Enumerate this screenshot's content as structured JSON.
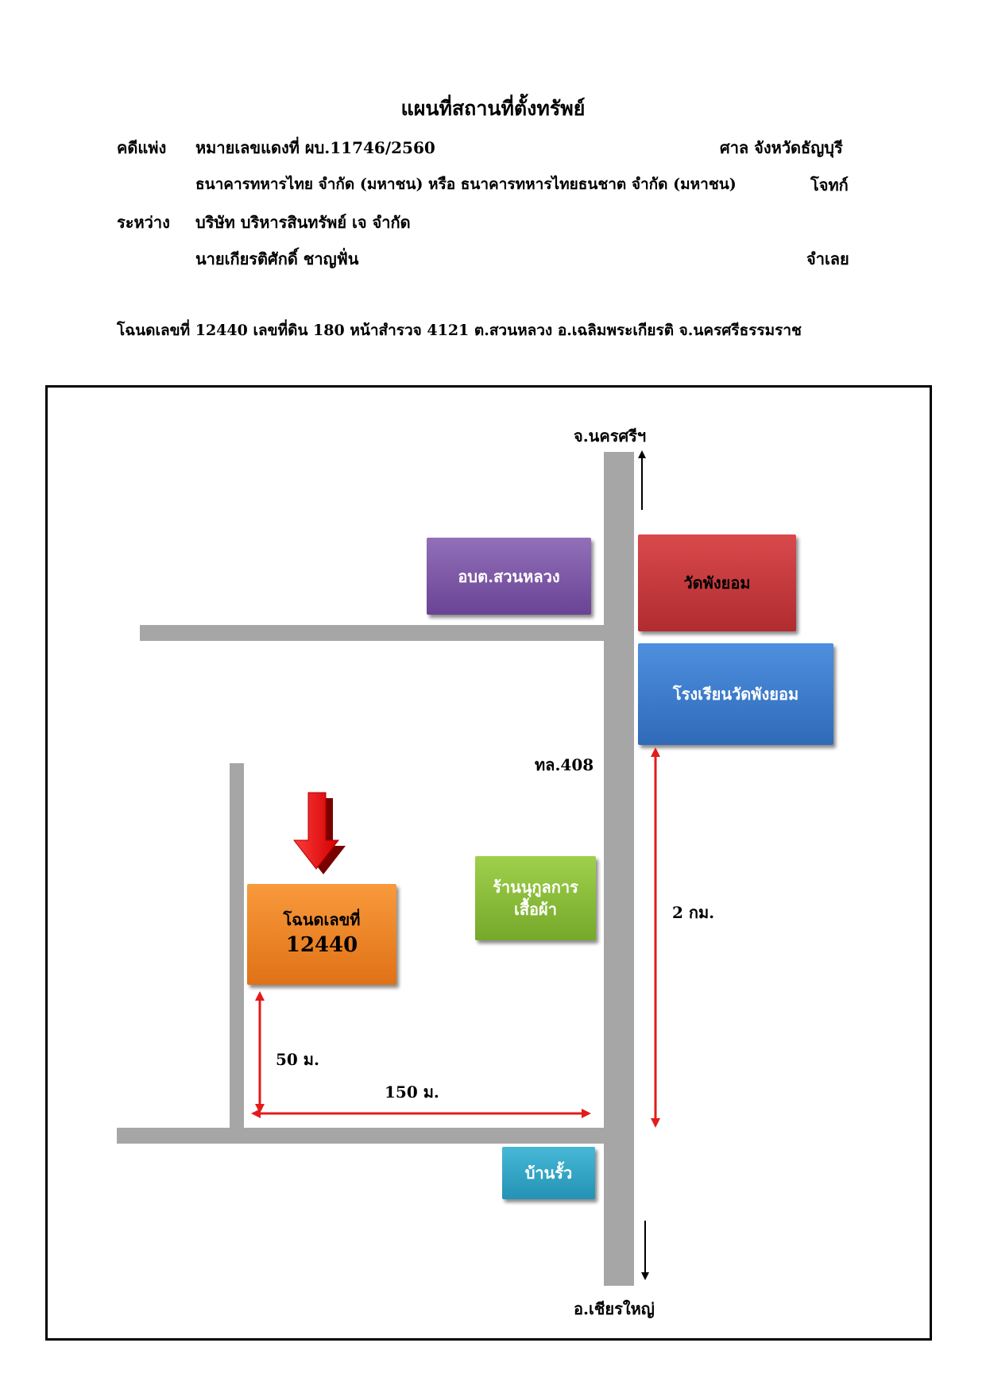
{
  "title": "แผนที่สถานที่ตั้งทรัพย์",
  "case": {
    "type_label": "คดีแพ่ง",
    "red_number": "หมายเลขแดงที่   ผบ.11746/2560",
    "court": "ศาล จังหวัดธัญบุรี",
    "plaintiff": "ธนาคารทหารไทย จำกัด (มหาชน) หรือ ธนาคารทหารไทยธนชาต จำกัด (มหาชน)",
    "plaintiff_role": "โจทก์",
    "between_label": "ระหว่าง",
    "defendant_1": "บริษัท บริหารสินทรัพย์ เจ จำกัด",
    "defendant_2": "นายเกียรติศักดิ์  ชาญฟั่น",
    "defendant_role": "จำเลย"
  },
  "deed_line": "โฉนดเลขที่   12440   เลขที่ดิน  180  หน้าสำรวจ  4121  ต.สวนหลวง  อ.เฉลิมพระเกียรติ จ.นครศรีธรรมราช",
  "map": {
    "north_label": "จ.นครศรีฯ",
    "south_label": "อ.เชียรใหญ่",
    "highway_label": "ทล.408",
    "landmarks": {
      "sao": "อบต.สวนหลวง",
      "temple": "วัดพังยอม",
      "school": "โรงเรียนวัดพังยอม",
      "shop_line1": "ร้านนุกูลการ",
      "shop_line2": "เสื้อผ้า",
      "fence_shop": "บ้านรั้ว"
    },
    "property_line1": "โฉนดเลขที่",
    "property_line2": "12440",
    "distances": {
      "to_school": "2 กม.",
      "vertical": "50 ม.",
      "horizontal": "150 ม."
    },
    "colors": {
      "road": "#a6a6a6",
      "sao": "#7f56a7",
      "temple": "#c8373a",
      "school": "#3f7fd0",
      "shop": "#8cbf3a",
      "fence_shop": "#2fa6c6",
      "property": "#ee8226",
      "arrow": "#e31b1b"
    }
  }
}
